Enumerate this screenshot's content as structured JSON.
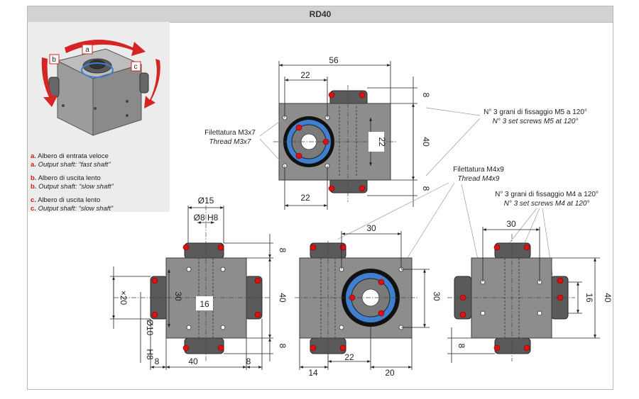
{
  "title": "RD40",
  "legend": {
    "a_letter": "a.",
    "a_it": "Albero di entrata veloce",
    "a_en_letter": "a.",
    "a_en": "Output shaft: “fast shaft”",
    "b_letter": "b.",
    "b_it": "Albero di uscita lento",
    "b_en_letter": "b.",
    "b_en": "Output shaft: “slow shaft”",
    "c_letter": "c.",
    "c_it": "Albero di uscita lento",
    "c_en_letter": "c.",
    "c_en": "Output shaft: “slow shaft”"
  },
  "iso_labels": {
    "a": "a",
    "b": "b",
    "c": "c"
  },
  "notes": {
    "thread_m3_it": "Filettatura M3x7",
    "thread_m3_en": "Thread M3x7",
    "screws_m5_it": "N° 3 grani di fissaggio M5 a 120°",
    "screws_m5_en": "N° 3 set screws M5 at 120°",
    "thread_m4_it": "Filettatura M4x9",
    "thread_m4_en": "Thread M4x9",
    "screws_m4_it": "N° 3 grani di fissaggio M4 a 120°",
    "screws_m4_en": "N° 3 set screws M4 at 120°"
  },
  "dims": {
    "top_56": "56",
    "top_22_upper": "22",
    "top_22_lower": "22",
    "top_22_center": "22",
    "top_8_upper": "8",
    "top_40": "40",
    "top_8_lower": "8",
    "left_d15": "Ø15",
    "left_d8h8": "Ø8 H8",
    "left_8_top": "8",
    "left_d20": "×20",
    "left_30": "30",
    "left_16": "16",
    "left_40_side": "40",
    "left_d10": "Ø10",
    "left_h8": "H8",
    "left_8_bottom": "8",
    "left_8_a": "8",
    "left_40": "40",
    "left_8_b": "8",
    "mid_30_top": "30",
    "mid_30_side": "30",
    "mid_14": "14",
    "mid_22": "22",
    "mid_20": "20",
    "right_30": "30",
    "right_16": "16",
    "right_40": "40",
    "right_8": "8"
  }
}
